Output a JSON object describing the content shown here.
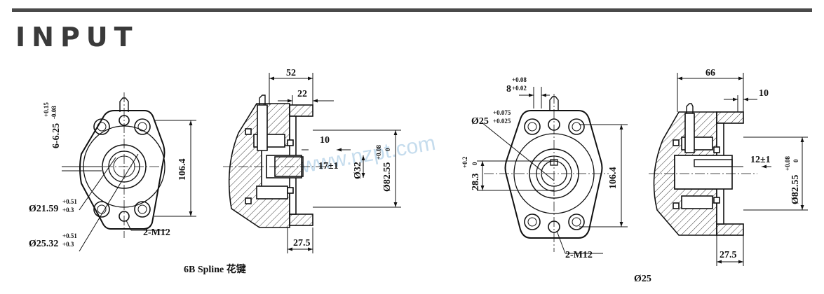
{
  "header": {
    "title": "INPUT"
  },
  "watermark": {
    "text": "www.nzpt.com"
  },
  "drawing_a": {
    "front": {
      "tol_6_25": "6-6.25",
      "tol_6_25_up": "+0.15",
      "tol_6_25_low": "-0.08",
      "d21": "Ø21.59",
      "d21_up": "+0.51",
      "d21_low": "+0.3",
      "d25": "Ø25.32",
      "d25_up": "+0.51",
      "d25_low": "+0.3",
      "m12": "2-M12",
      "h106": "106.4"
    },
    "side": {
      "d52": "52",
      "d22": "22",
      "d10": "10",
      "d17": "17±1",
      "d32": "Ø32",
      "d82": "Ø82.55",
      "d82_up": "+0.08",
      "d82_low": "0",
      "d27": "27.5"
    },
    "caption": "6B Spline 花键"
  },
  "drawing_b": {
    "front": {
      "key8": "8",
      "key8_up": "+0.08",
      "key8_low": "+0.02",
      "d25": "Ø25",
      "d25_up": "+0.075",
      "d25_low": "+0.025",
      "h28": "28.3",
      "h28_up": "+0.2",
      "h28_low": "0",
      "h106": "106.4",
      "m12": "2-M12"
    },
    "side": {
      "d66": "66",
      "d10": "10",
      "d12": "12±1",
      "d82": "Ø82.55",
      "d82_up": "+0.08",
      "d82_low": "0",
      "d27": "27.5"
    },
    "caption": "Ø25"
  }
}
